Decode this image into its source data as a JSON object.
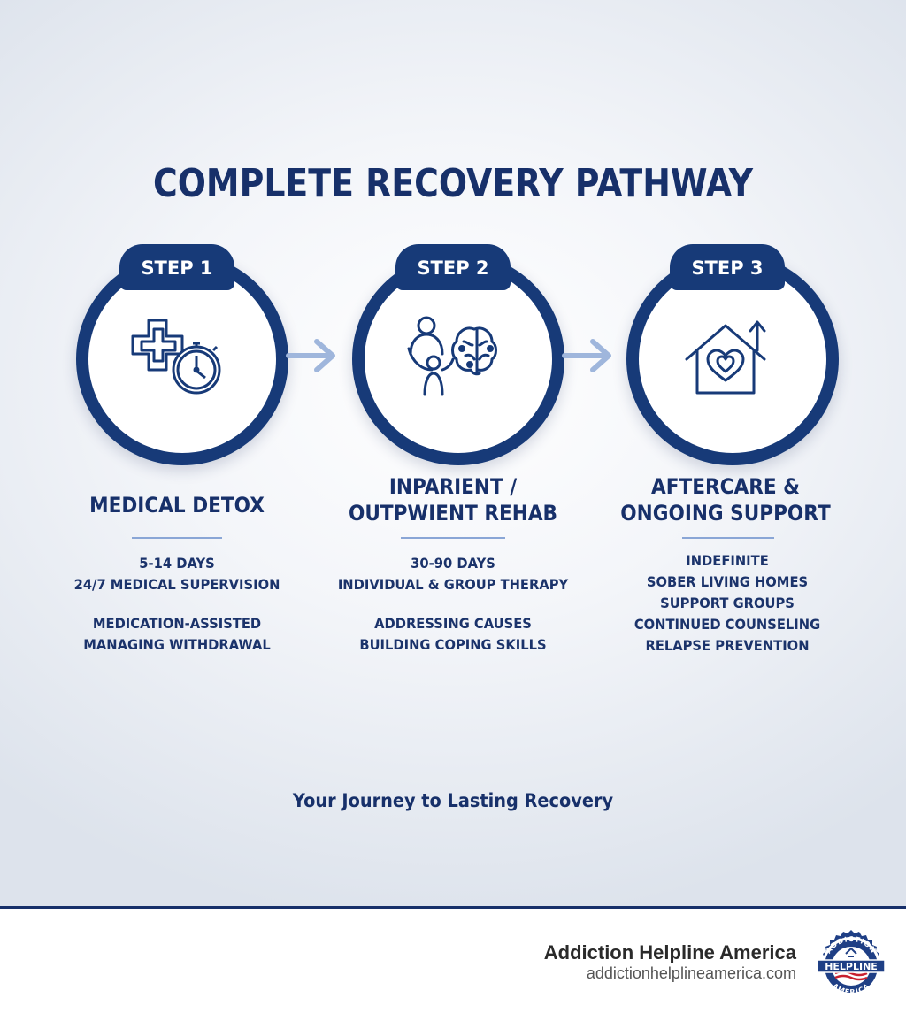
{
  "title": "COMPLETE RECOVERY PATHWAY",
  "steps": [
    {
      "badge": "STEP 1",
      "icon": "medical-cross-clock-icon",
      "heading_lines": [
        "MEDICAL DETOX"
      ],
      "details_a": [
        "5-14 DAYS",
        "24/7 MEDICAL SUPERVISION"
      ],
      "details_b": [
        "MEDICATION-ASSISTED",
        "MANAGING WITHDRAWAL"
      ]
    },
    {
      "badge": "STEP 2",
      "icon": "people-brain-icon",
      "heading_lines": [
        "INPARIENT /",
        "OUTPWIENT REHAB"
      ],
      "details_a": [
        "30-90 DAYS",
        "INDIVIDUAL & GROUP THERAPY"
      ],
      "details_b": [
        "ADDRESSING CAUSES",
        "BUILDING COPING SKILLS"
      ]
    },
    {
      "badge": "STEP 3",
      "icon": "house-heart-arrow-icon",
      "heading_lines": [
        "AFTERCARE &",
        "ONGOING SUPPORT"
      ],
      "details_a": [
        "INDEFINITE",
        "SOBER LIVING HOMES",
        "SUPPORT GROUPS",
        "CONTINUED COUNSELING",
        "RELAPSE PREVENTION"
      ],
      "details_b": []
    }
  ],
  "tagline": "Your Journey to Lasting Recovery",
  "footer": {
    "brand_name": "Addiction Helpline America",
    "brand_url": "addictionhelplineamerica.com",
    "logo_top": "ADDICTION",
    "logo_middle": "HELPLINE",
    "logo_bottom": "AMERICA"
  },
  "colors": {
    "navy": "#173a78",
    "text": "#17306a",
    "arrow": "#9fb6dc",
    "rule": "#8aa6d6"
  }
}
